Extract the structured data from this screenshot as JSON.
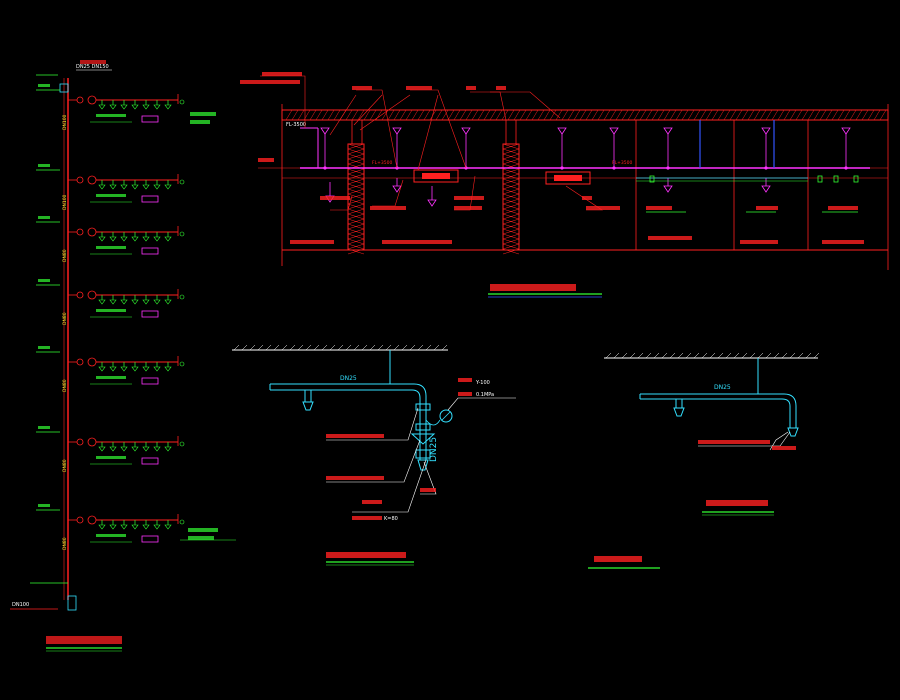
{
  "colors": {
    "background": "#000000",
    "red": "#ff2020",
    "cyan": "#33e0ff",
    "green": "#33ff33",
    "magenta": "#ff33ff",
    "white": "#ffffff",
    "yellow": "#ffff33",
    "blue": "#3355ff"
  },
  "riser": {
    "pipe_label": "DN25 DN150",
    "bottom_label": "DN100",
    "floor_labels": [
      "DN100",
      "DN100",
      "DN80",
      "DN80",
      "DN80",
      "DN80",
      "DN80"
    ]
  },
  "section": {
    "elev_left": "FL-3500",
    "elev_a": "FL+3500",
    "elev_b": "FL+3500"
  },
  "details": {
    "left_pipe_label": "DN25",
    "left_vert_label": "DN25",
    "left_note_1": "Y-100",
    "left_note_2": "0.1MPa",
    "left_note_3": "K=80",
    "right_pipe_label": "DN25"
  }
}
